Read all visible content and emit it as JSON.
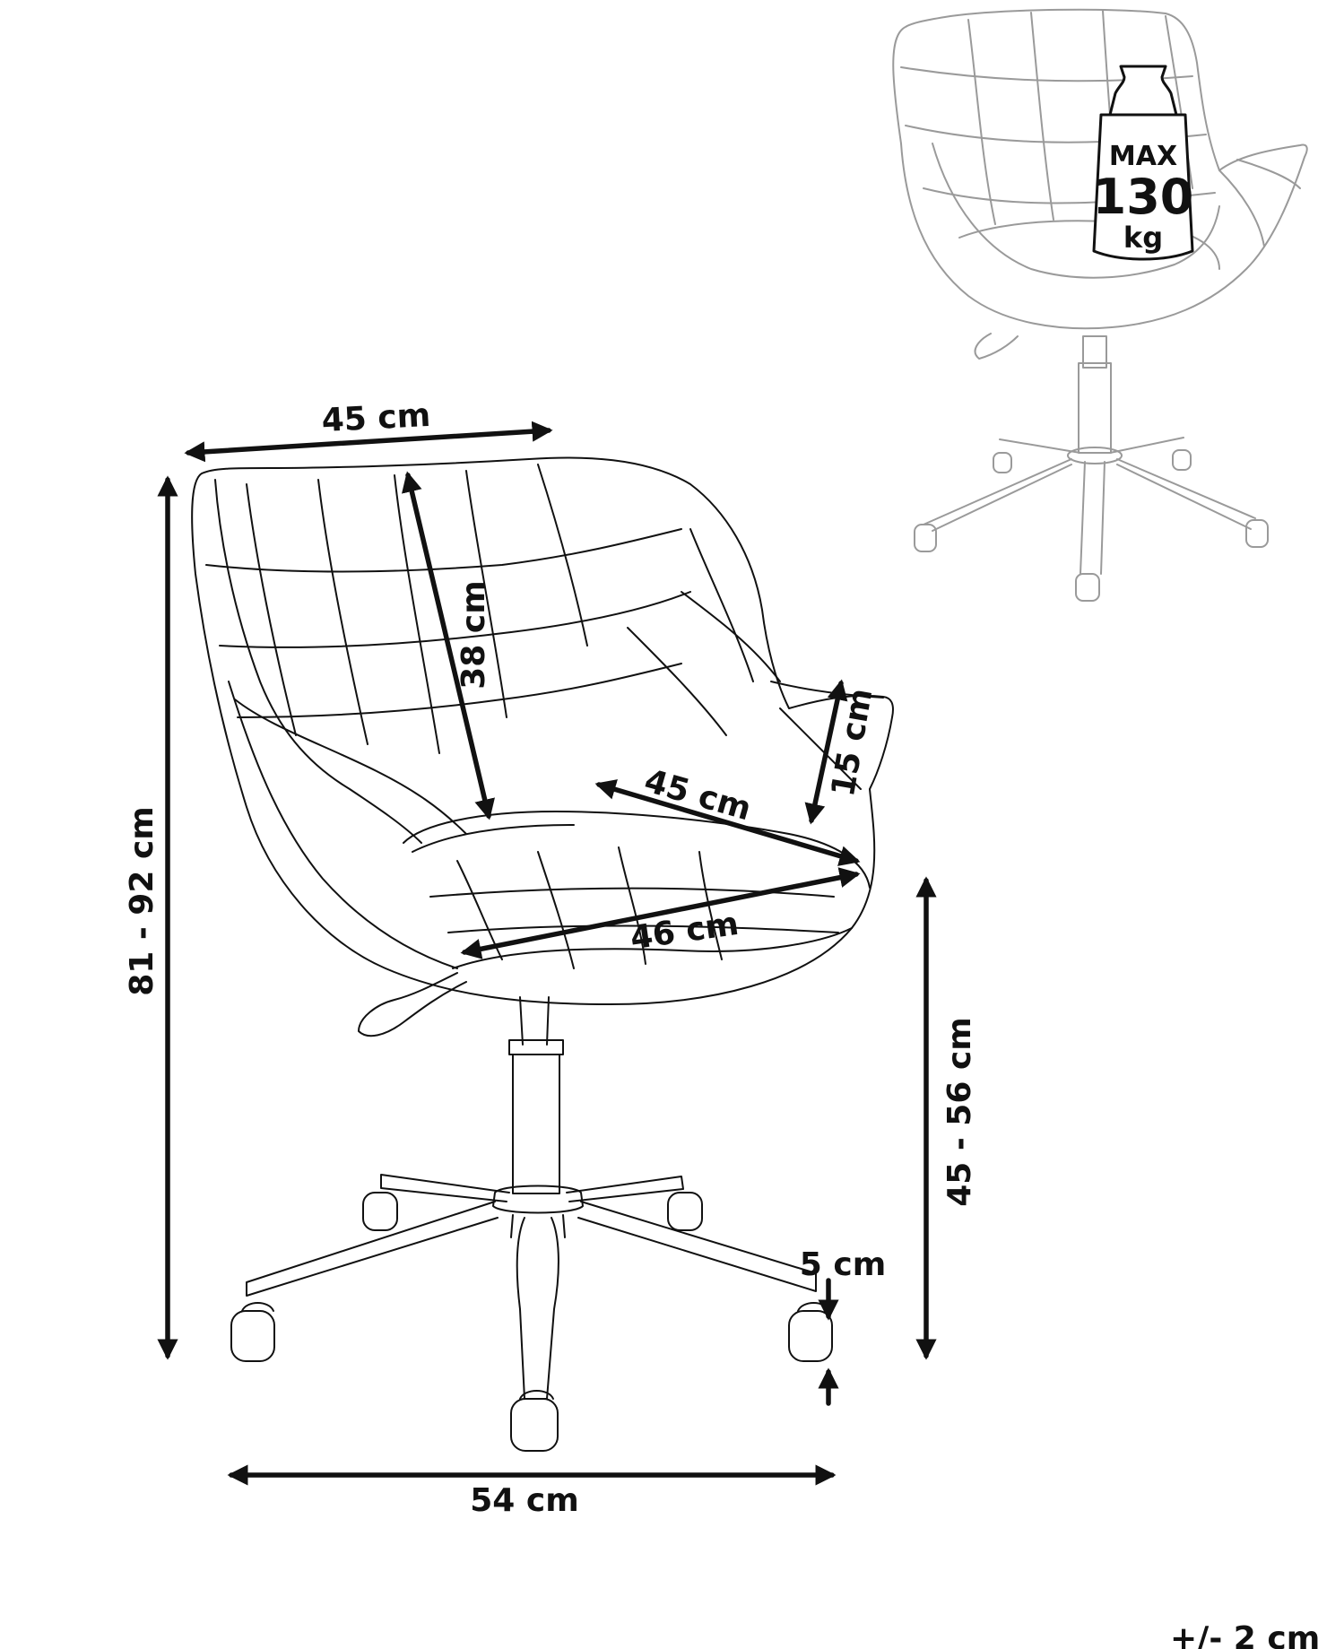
{
  "colors": {
    "line": "#111111",
    "faint": "#9a9a9a",
    "background": "#ffffff"
  },
  "dimensions": {
    "top_width": "45 cm",
    "back_height": "38 cm",
    "arm_height": "15 cm",
    "seat_depth": "45 cm",
    "seat_width": "46 cm",
    "total_height": "81 - 92 cm",
    "seat_height": "45 - 56 cm",
    "wheel_height": "5 cm",
    "base_width": "54 cm"
  },
  "weight_badge": {
    "label": "MAX",
    "value": "130",
    "unit": "kg"
  },
  "tolerance": "+/- 2 cm"
}
